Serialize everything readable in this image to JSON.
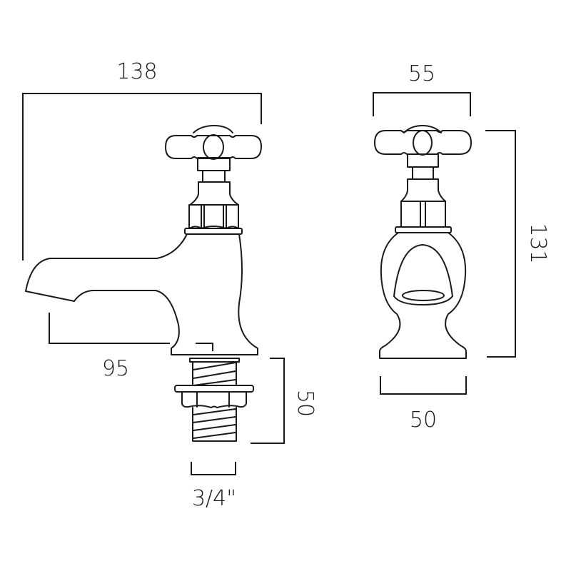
{
  "drawing": {
    "subject": "Basin tap (cross-head) technical drawing",
    "line_color": "#1a1a1a",
    "background": "#ffffff",
    "views": {
      "side": {
        "name": "Side view",
        "dimensions": {
          "overall_depth": "138",
          "spout_projection": "95",
          "tail_length": "50",
          "tail_thread": "3/4\""
        }
      },
      "front": {
        "name": "Front view",
        "dimensions": {
          "handle_width": "55",
          "overall_height": "131",
          "base_width": "50"
        }
      }
    }
  }
}
